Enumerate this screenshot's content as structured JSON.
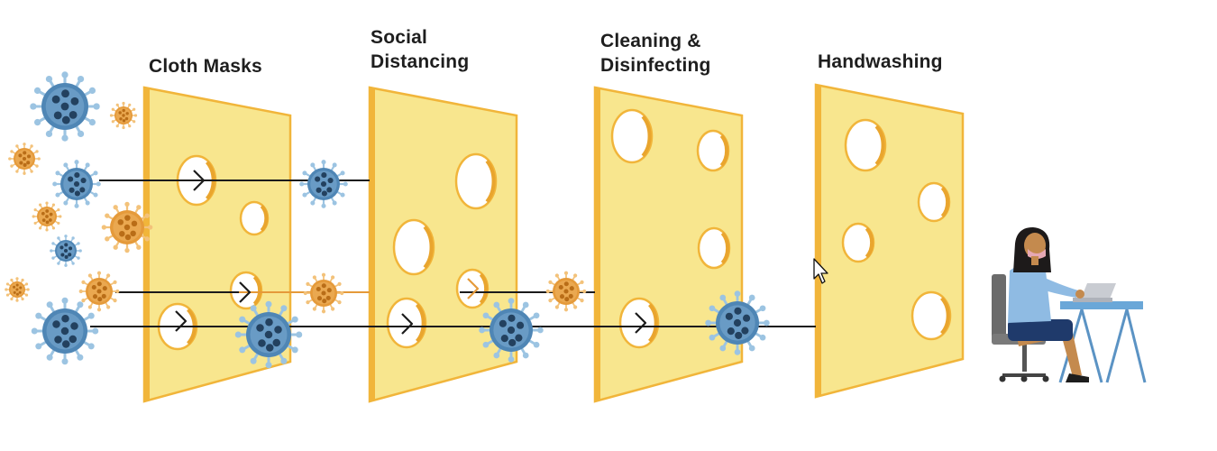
{
  "diagram": {
    "layers": [
      {
        "label": "Cloth Masks"
      },
      {
        "label": "Social\nDistancing"
      },
      {
        "label": "Cleaning &\nDisinfecting"
      },
      {
        "label": "Handwashing"
      }
    ]
  },
  "colors": {
    "slice_fill": "#f8e68e",
    "slice_edge": "#f1b53a",
    "virus_blue": "#4f86b5",
    "virus_blue_dark": "#23415f",
    "virus_orange": "#e59a3a",
    "virus_orange_dark": "#b96d17",
    "path_line": "#1b1b1b",
    "path_line_orange": "#e59a3a"
  },
  "icons": {
    "virus": "virus-icon",
    "person": "person-at-laptop-icon",
    "cursor": "mouse-cursor-icon"
  }
}
